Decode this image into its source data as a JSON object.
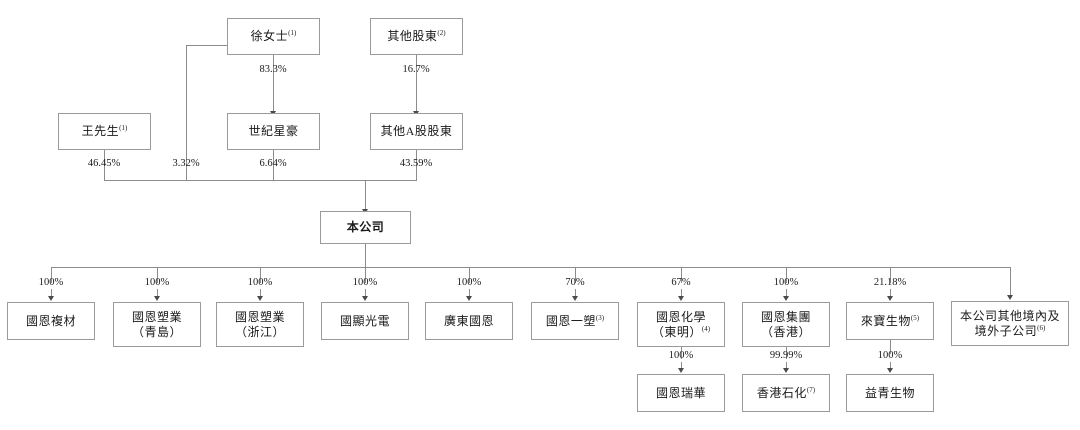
{
  "diagram": {
    "title": "Shareholding and Group Structure Chart",
    "type": "org-chart",
    "line_color": "#8c8c8c",
    "box_border_color": "#9a9a9a",
    "background": "#ffffff"
  },
  "nodes": {
    "xu": {
      "label": "徐女士",
      "sup": "(1)"
    },
    "other_shareholders": {
      "label": "其他股東",
      "sup": "(2)"
    },
    "wang": {
      "label": "王先生",
      "sup": "(1)"
    },
    "century": {
      "label": "世紀星豪",
      "sup": ""
    },
    "other_a_shares": {
      "label": "其他A股股東",
      "sup": ""
    },
    "company": {
      "label": "本公司",
      "sup": ""
    },
    "sub1": {
      "line1": "國恩複材",
      "line2": "",
      "sup": ""
    },
    "sub2": {
      "line1": "國恩塑業",
      "line2": "（青島）",
      "sup": ""
    },
    "sub3": {
      "line1": "國恩塑業",
      "line2": "（浙江）",
      "sup": ""
    },
    "sub4": {
      "line1": "國顯光電",
      "line2": "",
      "sup": ""
    },
    "sub5": {
      "line1": "廣東國恩",
      "line2": "",
      "sup": ""
    },
    "sub6": {
      "line1": "國恩一塑",
      "line2": "",
      "sup": "(3)"
    },
    "sub7": {
      "line1": "國恩化學",
      "line2": "（東明）",
      "sup": "(4)"
    },
    "sub8": {
      "line1": "國恩集團",
      "line2": "（香港）",
      "sup": ""
    },
    "sub9": {
      "line1": "來寶生物",
      "line2": "",
      "sup": "(5)"
    },
    "sub10": {
      "line1": "本公司其他境內及",
      "line2": "境外子公司",
      "sup": "(6)"
    },
    "sub7a": {
      "line1": "國恩瑞華",
      "line2": "",
      "sup": ""
    },
    "sub8a": {
      "line1": "香港石化",
      "line2": "",
      "sup": "(7)"
    },
    "sub9a": {
      "line1": "益青生物",
      "line2": "",
      "sup": ""
    }
  },
  "percentages": {
    "xu_to_century": "83.3%",
    "other_to_a_shares": "16.7%",
    "wang_to_company": "46.45%",
    "xu_to_company": "3.32%",
    "century_to_company": "6.64%",
    "a_shares_to_company": "43.59%",
    "company_to_sub1": "100%",
    "company_to_sub2": "100%",
    "company_to_sub3": "100%",
    "company_to_sub4": "100%",
    "company_to_sub5": "100%",
    "company_to_sub6": "70%",
    "company_to_sub7": "67%",
    "company_to_sub8": "100%",
    "company_to_sub9": "21.18%",
    "sub7_to_sub7a": "100%",
    "sub8_to_sub8a": "99.99%",
    "sub9_to_sub9a": "100%"
  }
}
